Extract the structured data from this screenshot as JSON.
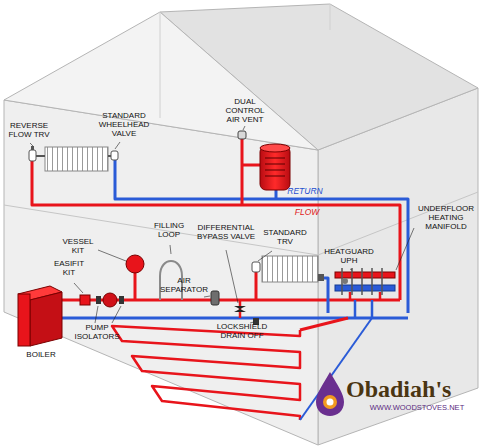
{
  "diagram": {
    "labels": [
      "REVERSE FLOW TRV",
      "STANDARD WHEELHEAD VALVE",
      "DUAL CONTROL AIR VENT",
      "RETURN",
      "FLOW",
      "UNDERFLOOR HEATING MANIFOLD",
      "VESSEL KIT",
      "FILLING LOOP",
      "DIFFERENTIAL BYPASS VALVE",
      "STANDARD TRV",
      "HEATGUARD UPH",
      "EASIFIT KIT",
      "AIR SEPARATOR",
      "LOCKSHIELD DRAIN OFF",
      "PUMP ISOLATORS",
      "BOILER",
      "Obadiah's",
      "WWW.WOODSTOVES.NET"
    ]
  }
}
